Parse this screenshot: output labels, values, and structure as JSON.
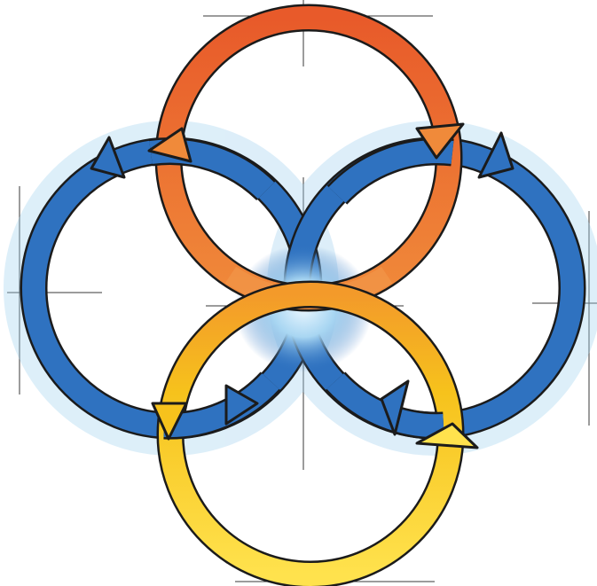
{
  "diagram": {
    "rings": [
      {
        "name": "top-ring",
        "color": "#e95d2b"
      },
      {
        "name": "left-ring",
        "color": "#2f72c0"
      },
      {
        "name": "right-ring",
        "color": "#2f72c0"
      },
      {
        "name": "bottom-ring",
        "color": "#f6c21c"
      }
    ],
    "colors": {
      "outline": "#1b1b1b",
      "guide": "#3a3a3a",
      "orange": "#e95d2b",
      "orange_light": "#f39a4f",
      "blue": "#2f72c0",
      "blue_light": "#9fd0ef",
      "yellow": "#f6c21c",
      "yellow_light": "#ffe24d",
      "background": "#ffffff"
    }
  }
}
